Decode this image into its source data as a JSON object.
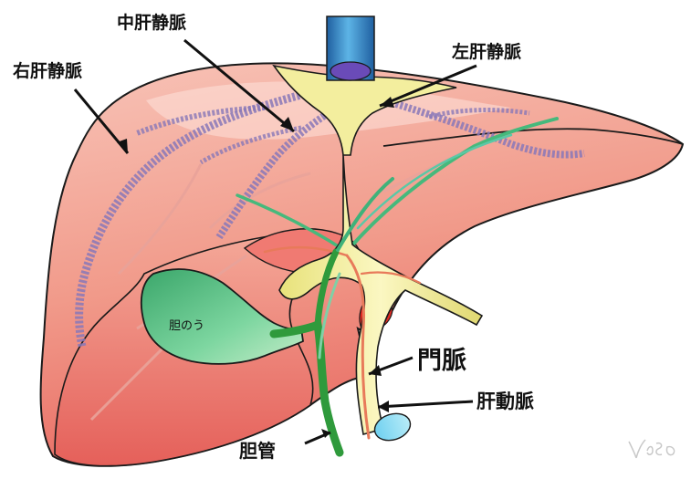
{
  "labels": {
    "middle_hepatic_vein": "中肝静脈",
    "right_hepatic_vein": "右肝静脈",
    "left_hepatic_vein": "左肝静脈",
    "gallbladder": "胆のう",
    "portal_vein": "門脈",
    "hepatic_artery": "肝動脈",
    "bile_duct": "胆管"
  },
  "colors": {
    "liver_surface": "#f6b0a4",
    "liver_highlight": "#fcd6cc",
    "liver_shadow": "#e8534f",
    "hepatic_veins": "#8878b8",
    "ivc": "#2a7fbf",
    "portal_vein": "#f0ee9a",
    "gallbladder": "#5cc48a",
    "bile_duct": "#2f9a3c",
    "hepatic_artery": "#e87a5a",
    "outline": "#1a1a1a"
  }
}
